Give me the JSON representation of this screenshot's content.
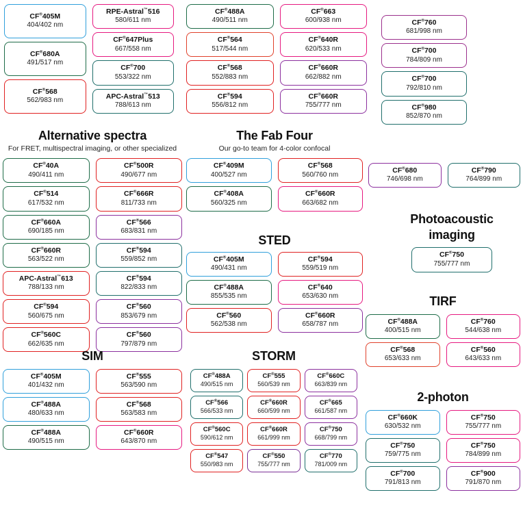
{
  "page": {
    "title": "Fluorescent dye selection guide",
    "background": "#ffffff"
  },
  "palette": {
    "blue": "#2f9fdb",
    "green": "#1d6b47",
    "teal": "#1f6e6b",
    "red": "#e02020",
    "orange": "#e0402a",
    "magenta": "#e6187f",
    "pink": "#e81e80",
    "purple": "#8b2f9e",
    "violet": "#7a2f96",
    "plum": "#9b2f8c"
  },
  "top": {
    "group_a": {
      "col_left": [
        {
          "name": "CF",
          "sup": "®",
          "model": "405M",
          "spec": "404/402 nm",
          "color": "blue"
        },
        {
          "name": "CF",
          "sup": "®",
          "model": "680A",
          "spec": "491/517 nm",
          "color": "green"
        },
        {
          "name": "CF",
          "sup": "®",
          "model": "568",
          "spec": "562/983 nm",
          "color": "red"
        }
      ],
      "col_right": [
        {
          "name": "RPE-Astral",
          "sup": "™",
          "model": "516",
          "spec": "580/611 nm",
          "color": "magenta"
        },
        {
          "name": "CF",
          "sup": "®",
          "model": "647Plus",
          "spec": "667/558 nm",
          "color": "magenta"
        },
        {
          "name": "CF",
          "sup": "®",
          "model": "700",
          "spec": "553/322 nm",
          "color": "teal"
        },
        {
          "name": "APC-Astral",
          "sup": "™",
          "model": "513",
          "spec": "788/613 nm",
          "color": "teal"
        }
      ]
    },
    "group_b": {
      "col_left": [
        {
          "name": "CF",
          "sup": "®",
          "model": "488A",
          "spec": "490/511 nm",
          "color": "green"
        },
        {
          "name": "CF",
          "sup": "®",
          "model": "564",
          "spec": "517/544 nm",
          "color": "orange"
        },
        {
          "name": "CF",
          "sup": "®",
          "model": "568",
          "spec": "552/883 nm",
          "color": "red"
        },
        {
          "name": "CF",
          "sup": "®",
          "model": "594",
          "spec": "556/812 nm",
          "color": "red"
        }
      ],
      "col_right": [
        {
          "name": "CF",
          "sup": "®",
          "model": "663",
          "spec": "600/938 nm",
          "color": "magenta"
        },
        {
          "name": "CF",
          "sup": "®",
          "model": "640R",
          "spec": "620/533 nm",
          "color": "magenta"
        },
        {
          "name": "CF",
          "sup": "®",
          "model": "660R",
          "spec": "662/882 nm",
          "color": "purple"
        },
        {
          "name": "CF",
          "sup": "®",
          "model": "660R",
          "spec": "755/777 nm",
          "color": "purple"
        }
      ]
    },
    "group_c": {
      "items": [
        {
          "name": "CF",
          "sup": "®",
          "model": "760",
          "spec": "681/998 nm",
          "color": "plum"
        },
        {
          "name": "CF",
          "sup": "®",
          "model": "700",
          "spec": "784/809 nm",
          "color": "plum"
        },
        {
          "name": "CF",
          "sup": "®",
          "model": "700",
          "spec": "792/810 nm",
          "color": "teal"
        },
        {
          "name": "CF",
          "sup": "®",
          "model": "980",
          "spec": "852/870 nm",
          "color": "teal"
        }
      ]
    }
  },
  "sections": {
    "alternative": {
      "title": "Alternative spectra",
      "subtitle": "For FRET, multispectral imaging, or other specialized",
      "col_left": [
        {
          "name": "CF",
          "sup": "®",
          "model": "40A",
          "spec": "490/411 nm",
          "color": "green"
        },
        {
          "name": "CF",
          "sup": "®",
          "model": "514",
          "spec": "617/532 nm",
          "color": "green"
        },
        {
          "name": "CF",
          "sup": "®",
          "model": "660A",
          "spec": "690/185 nm",
          "color": "green"
        },
        {
          "name": "CF",
          "sup": "®",
          "model": "660R",
          "spec": "563/522 nm",
          "color": "green"
        },
        {
          "name": "APC-Astral",
          "sup": "™",
          "model": "613",
          "spec": "788/133 nm",
          "color": "red"
        },
        {
          "name": "CF",
          "sup": "®",
          "model": "594",
          "spec": "560/675 nm",
          "color": "red"
        },
        {
          "name": "CF",
          "sup": "®",
          "model": "560C",
          "spec": "662/635 nm",
          "color": "red"
        }
      ],
      "col_right": [
        {
          "name": "CF",
          "sup": "®",
          "model": "500R",
          "spec": "490/677 nm",
          "color": "red"
        },
        {
          "name": "CF",
          "sup": "®",
          "model": "666R",
          "spec": "811/733 nm",
          "color": "red"
        },
        {
          "name": "CF",
          "sup": "®",
          "model": "566",
          "spec": "683/831 nm",
          "color": "purple"
        },
        {
          "name": "CF",
          "sup": "®",
          "model": "594",
          "spec": "559/852 nm",
          "color": "teal"
        },
        {
          "name": "CF",
          "sup": "®",
          "model": "594",
          "spec": "822/833 nm",
          "color": "teal"
        },
        {
          "name": "CF",
          "sup": "®",
          "model": "560",
          "spec": "853/679 nm",
          "color": "purple"
        },
        {
          "name": "CF",
          "sup": "®",
          "model": "560",
          "spec": "797/879 nm",
          "color": "purple"
        }
      ]
    },
    "fab_four": {
      "title": "The Fab Four",
      "subtitle": "Our go-to team for 4-color confocal",
      "col_left": [
        {
          "name": "CF",
          "sup": "®",
          "model": "409M",
          "spec": "400/527 nm",
          "color": "blue"
        },
        {
          "name": "CF",
          "sup": "®",
          "model": "408A",
          "spec": "560/325 nm",
          "color": "green"
        }
      ],
      "col_right": [
        {
          "name": "CF",
          "sup": "®",
          "model": "568",
          "spec": "560/760 nm",
          "color": "red"
        },
        {
          "name": "CF",
          "sup": "®",
          "model": "660R",
          "spec": "663/682 nm",
          "color": "magenta"
        }
      ]
    },
    "sted": {
      "title": "STED",
      "subtitle": "",
      "col_left": [
        {
          "name": "CF",
          "sup": "®",
          "model": "405M",
          "spec": "490/431 nm",
          "color": "blue"
        },
        {
          "name": "CF",
          "sup": "®",
          "model": "488A",
          "spec": "855/535 nm",
          "color": "green"
        },
        {
          "name": "CF",
          "sup": "®",
          "model": "560",
          "spec": "562/538 nm",
          "color": "red"
        }
      ],
      "col_right": [
        {
          "name": "CF",
          "sup": "®",
          "model": "594",
          "spec": "559/519 nm",
          "color": "red"
        },
        {
          "name": "CF",
          "sup": "®",
          "model": "640",
          "spec": "653/630 nm",
          "color": "magenta"
        },
        {
          "name": "CF",
          "sup": "®",
          "model": "660R",
          "spec": "658/787 nm",
          "color": "purple"
        }
      ]
    },
    "unlabeled_pair": {
      "items": [
        {
          "name": "CF",
          "sup": "®",
          "model": "680",
          "spec": "746/698 nm",
          "color": "purple"
        },
        {
          "name": "CF",
          "sup": "®",
          "model": "790",
          "spec": "764/899 nm",
          "color": "teal"
        }
      ]
    },
    "photoacoustic": {
      "title": "Photoacoustic imaging",
      "title_line1": "Photoacoustic",
      "title_line2": "imaging",
      "items": [
        {
          "name": "CF",
          "sup": "®",
          "model": "750",
          "spec": "755/777 nm",
          "color": "teal"
        }
      ]
    },
    "tirf": {
      "title": "TIRF",
      "col_left": [
        {
          "name": "CF",
          "sup": "®",
          "model": "488A",
          "spec": "400/515 nm",
          "color": "green"
        },
        {
          "name": "CF",
          "sup": "®",
          "model": "568",
          "spec": "653/633 nm",
          "color": "orange"
        }
      ],
      "col_right": [
        {
          "name": "CF",
          "sup": "®",
          "model": "760",
          "spec": "544/638 nm",
          "color": "magenta"
        },
        {
          "name": "CF",
          "sup": "®",
          "model": "560",
          "spec": "643/633 nm",
          "color": "magenta"
        }
      ]
    },
    "two_photon": {
      "title": "2-photon",
      "col_left": [
        {
          "name": "CF",
          "sup": "®",
          "model": "660K",
          "spec": "630/532 nm",
          "color": "blue"
        },
        {
          "name": "CF",
          "sup": "®",
          "model": "750",
          "spec": "759/775 nm",
          "color": "teal"
        },
        {
          "name": "CF",
          "sup": "®",
          "model": "700",
          "spec": "791/813 nm",
          "color": "teal"
        }
      ],
      "col_right": [
        {
          "name": "CF",
          "sup": "®",
          "model": "750",
          "spec": "755/777 nm",
          "color": "magenta"
        },
        {
          "name": "CF",
          "sup": "®",
          "model": "750",
          "spec": "784/899 nm",
          "color": "magenta"
        },
        {
          "name": "CF",
          "sup": "®",
          "model": "900",
          "spec": "791/870 nm",
          "color": "purple"
        }
      ]
    },
    "sim": {
      "title": "SIM",
      "col_left": [
        {
          "name": "CF",
          "sup": "®",
          "model": "405M",
          "spec": "401/432 nm",
          "color": "blue"
        },
        {
          "name": "CF",
          "sup": "®",
          "model": "488A",
          "spec": "480/633 nm",
          "color": "blue"
        },
        {
          "name": "CF",
          "sup": "®",
          "model": "488A",
          "spec": "490/515 nm",
          "color": "green"
        }
      ],
      "col_right": [
        {
          "name": "CF",
          "sup": "®",
          "model": "555",
          "spec": "563/590 nm",
          "color": "red"
        },
        {
          "name": "CF",
          "sup": "®",
          "model": "568",
          "spec": "563/583 nm",
          "color": "red"
        },
        {
          "name": "CF",
          "sup": "®",
          "model": "660R",
          "spec": "643/870 nm",
          "color": "magenta"
        }
      ]
    },
    "storm": {
      "title": "STORM",
      "col_1": [
        {
          "name": "CF",
          "sup": "®",
          "model": "488A",
          "spec": "490/515 nm",
          "color": "teal"
        },
        {
          "name": "CF",
          "sup": "®",
          "model": "566",
          "spec": "566/533 nm",
          "color": "teal"
        },
        {
          "name": "CF",
          "sup": "®",
          "model": "560C",
          "spec": "590/612 nm",
          "color": "red"
        },
        {
          "name": "CF",
          "sup": "®",
          "model": "547",
          "spec": "550/983 nm",
          "color": "red"
        }
      ],
      "col_2": [
        {
          "name": "CF",
          "sup": "®",
          "model": "555",
          "spec": "560/539 nm",
          "color": "red"
        },
        {
          "name": "CF",
          "sup": "®",
          "model": "660R",
          "spec": "660/599 nm",
          "color": "red"
        },
        {
          "name": "CF",
          "sup": "®",
          "model": "660R",
          "spec": "661/999 nm",
          "color": "red"
        },
        {
          "name": "CF",
          "sup": "®",
          "model": "550",
          "spec": "755/777 nm",
          "color": "violet"
        }
      ],
      "col_3": [
        {
          "name": "CF",
          "sup": "®",
          "model": "660C",
          "spec": "663/839 nm",
          "color": "purple"
        },
        {
          "name": "CF",
          "sup": "®",
          "model": "665",
          "spec": "661/587 nm",
          "color": "purple"
        },
        {
          "name": "CF",
          "sup": "®",
          "model": "750",
          "spec": "668/799 nm",
          "color": "purple"
        },
        {
          "name": "CF",
          "sup": "®",
          "model": "770",
          "spec": "781/009 nm",
          "color": "teal"
        }
      ]
    }
  }
}
